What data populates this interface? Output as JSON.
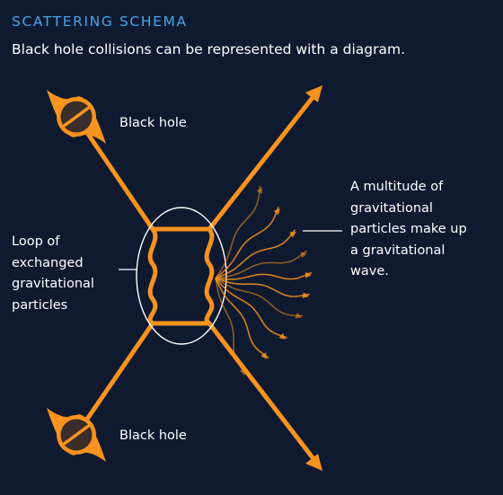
{
  "header": {
    "heading": "SCATTERING SCHEMA",
    "subtitle": "Black hole collisions can be represented with a diagram."
  },
  "labels": {
    "black_hole_top": "Black hole",
    "black_hole_bottom": "Black hole",
    "loop": [
      "Loop of",
      "exchanged",
      "gravitational",
      "particles"
    ],
    "wave": [
      "A multitude of",
      "gravitational",
      "particles make up",
      "a gravitational",
      "wave."
    ]
  },
  "colors": {
    "background": "#0f1a30",
    "heading": "#4aa3e8",
    "lines": "#f7931e",
    "text": "#ffffff",
    "black_hole": "#3a2d2a"
  },
  "icons": [
    "black-hole-icon",
    "arrow-head-icon"
  ]
}
